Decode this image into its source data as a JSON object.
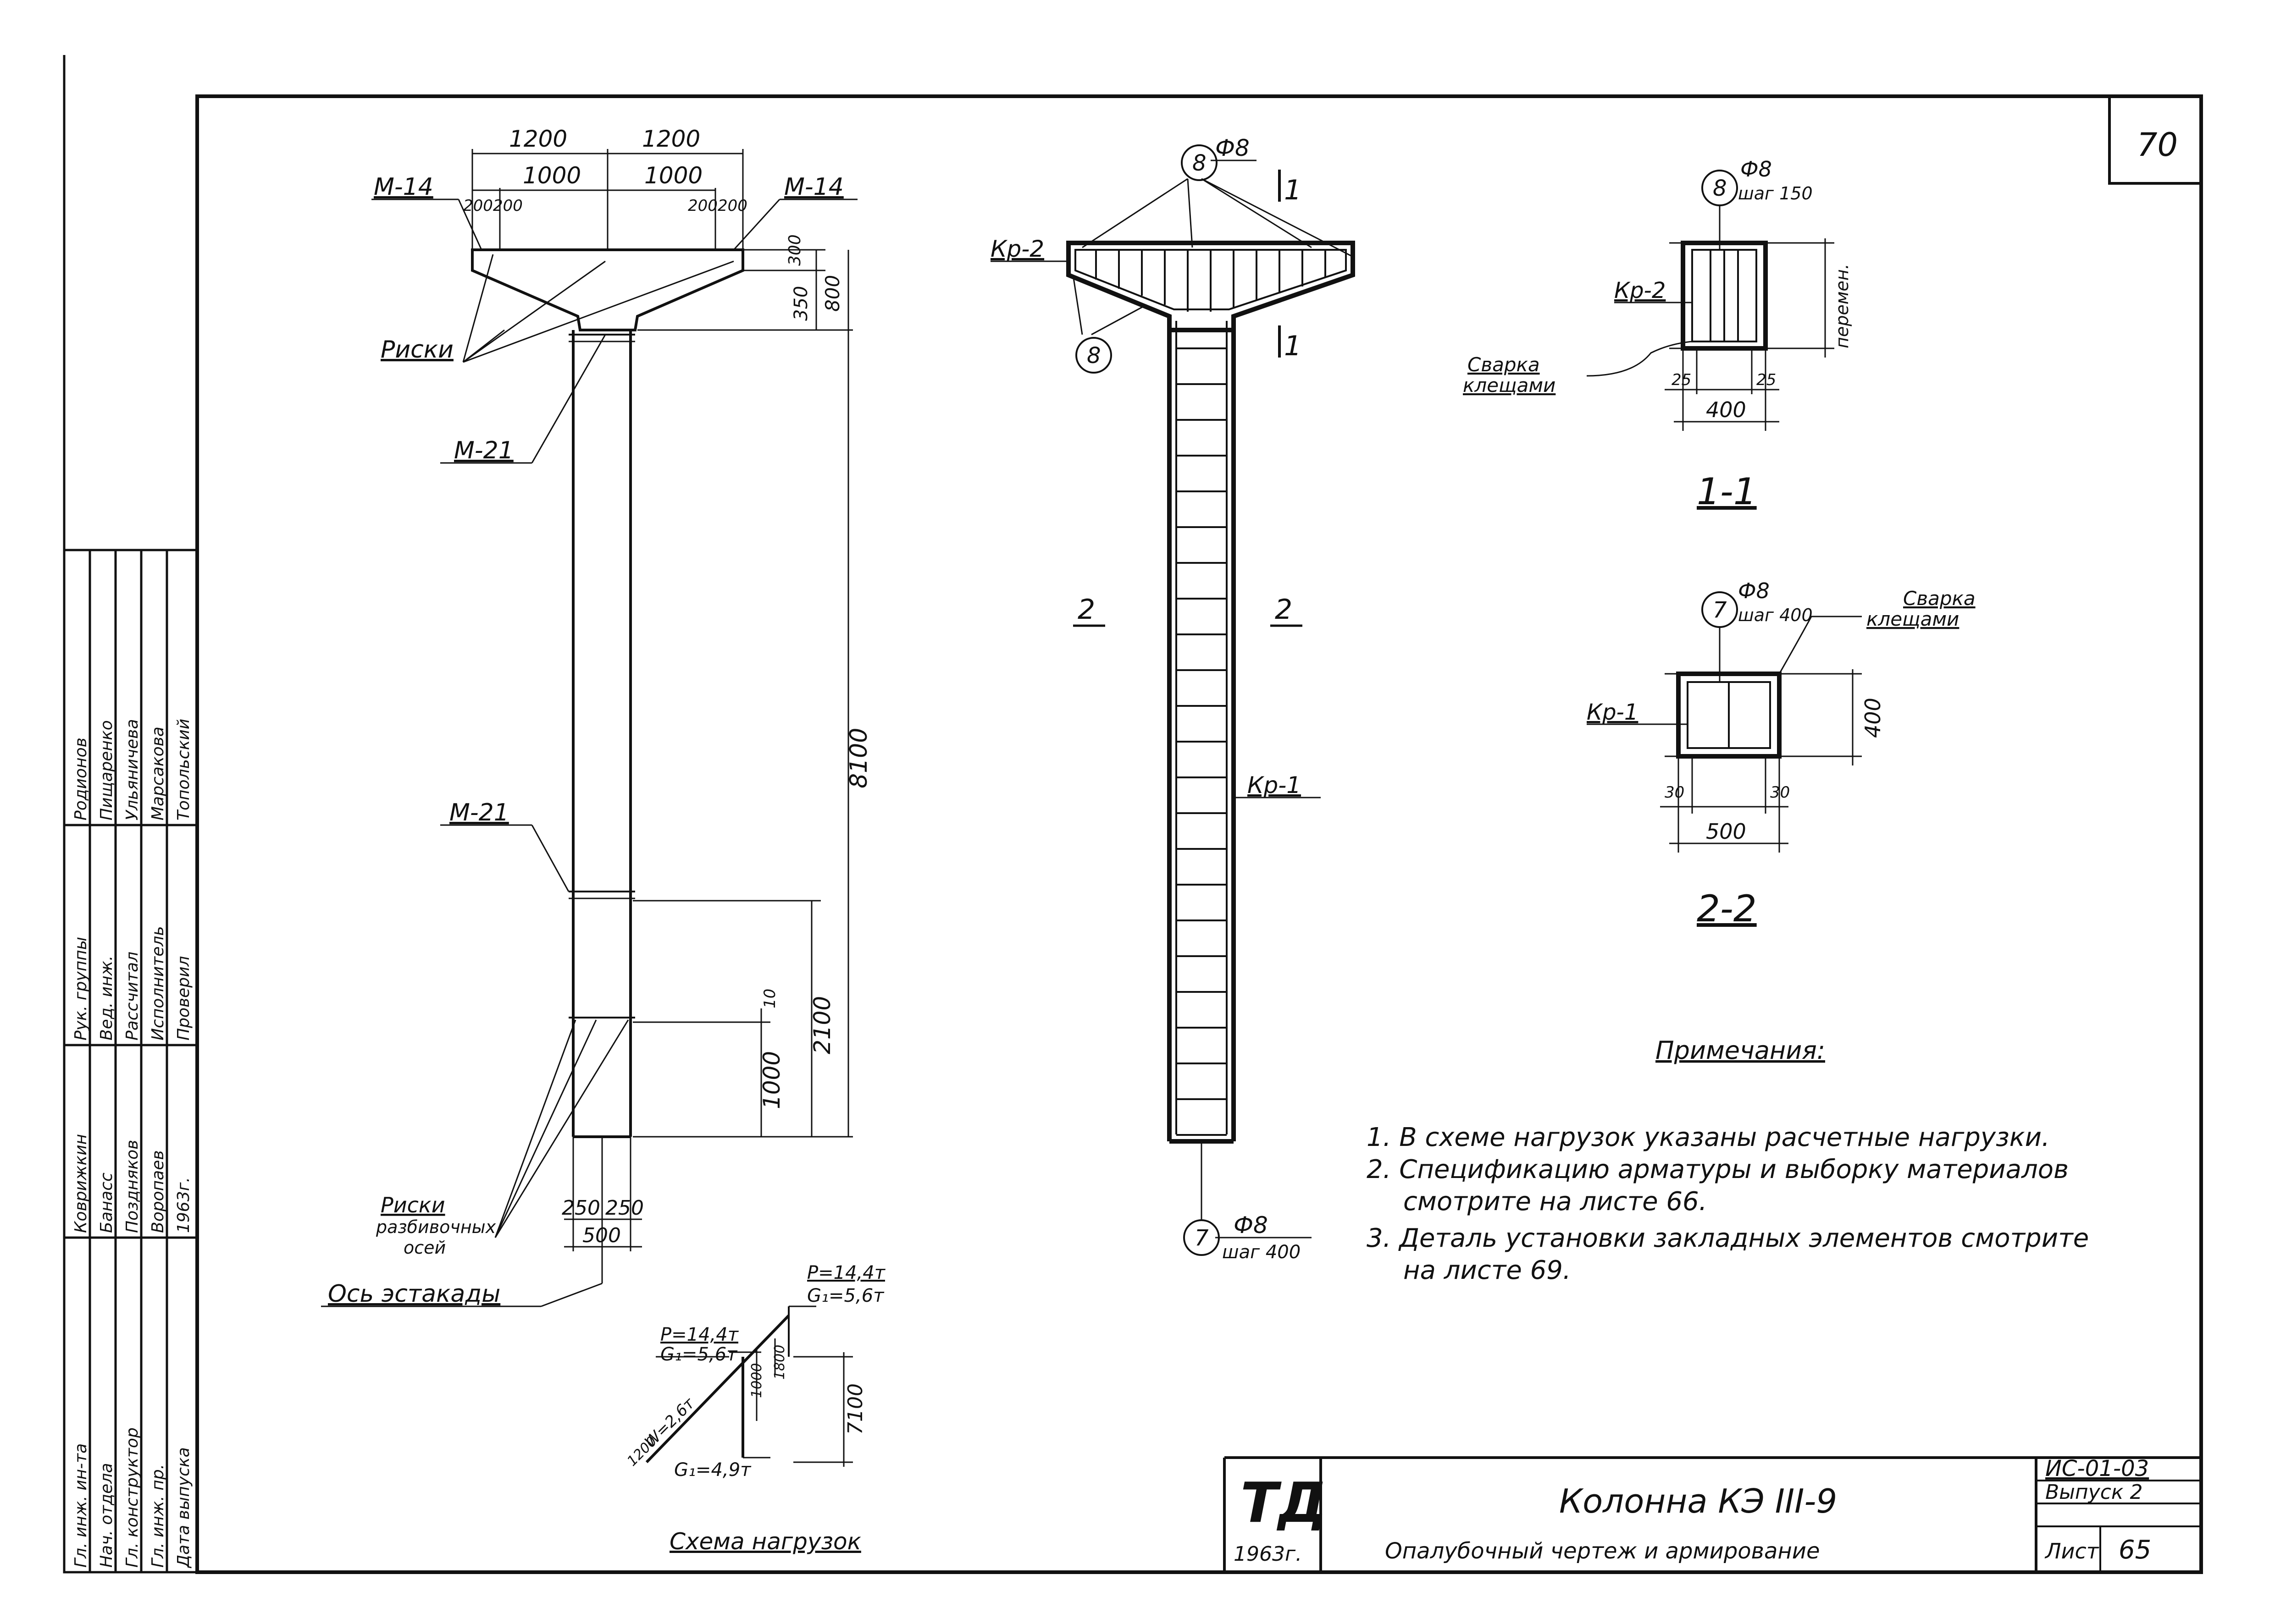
{
  "sheet_number": "70",
  "formwork": {
    "dim_top_left": "1200",
    "dim_top_right": "1200",
    "dim_inner_left": "1000",
    "dim_inner_right": "1000",
    "dim_small_left_a": "200",
    "dim_small_left_b": "200",
    "dim_small_right_a": "200",
    "dim_small_right_b": "200",
    "label_m14_left": "M-14",
    "label_m14_right": "M-14",
    "label_riski_top": "Риски",
    "label_m21_top": "M-21",
    "label_m21_mid": "M-21",
    "dim_right_300": "300",
    "dim_right_350": "350",
    "dim_right_800": "800",
    "dim_height_8100": "8100",
    "dim_2100": "2100",
    "dim_1000": "1000",
    "dim_10": "10",
    "label_riski_bottom_1": "Риски",
    "label_riski_bottom_2": "разбивочных",
    "label_riski_bottom_3": "осей",
    "dim_bottom_250_left": "250",
    "dim_bottom_250_right": "250",
    "dim_bottom_500": "500",
    "label_axis": "Ось эстакады"
  },
  "reinforcement": {
    "bubble_top": "8",
    "dia_top": "Ф8",
    "bubble_left": "8",
    "label_kr2": "Кр-2",
    "section_mark_1_top": "1",
    "section_mark_1_bottom": "1",
    "section_mark_2_left": "2",
    "section_mark_2_right": "2",
    "label_kr1": "Кр-1",
    "bubble_bottom": "7",
    "dia_bottom": "Ф8",
    "step_bottom": "шаг 400"
  },
  "section_1_1": {
    "bubble": "8",
    "dia": "Ф8",
    "step": "шаг 150",
    "label_kr2": "Кр-2",
    "label_variable": "перемен.",
    "weld_1": "Сварка",
    "weld_2": "клещами",
    "dim_25_left": "25",
    "dim_25_right": "25",
    "dim_400": "400",
    "title": "1-1"
  },
  "section_2_2": {
    "bubble": "7",
    "dia": "Ф8",
    "step": "шаг 400",
    "weld_1": "Сварка",
    "weld_2": "клещами",
    "label_kr1": "Кр-1",
    "dim_400": "400",
    "dim_30_left": "30",
    "dim_30_right": "30",
    "dim_500": "500",
    "title": "2-2"
  },
  "load_scheme": {
    "p_right": "P=14,4т",
    "g_right": "G₁=5,6т",
    "p_left": "P=14,4т",
    "g_left": "G₁=5,6т",
    "w_label": "W=2,6т",
    "dim_1200": "1200",
    "dim_1000": "1000",
    "dim_1800": "1800",
    "dim_7100": "7100",
    "g_bottom": "G₁=4,9т",
    "title": "Схема нагрузок"
  },
  "notes": {
    "title": "Примечания:",
    "lines": [
      "1. В схеме нагрузок указаны расчетные нагрузки.",
      "2. Спецификацию арматуры и выборку материалов",
      "смотрите на листе 66.",
      "3. Деталь установки закладных элементов смотрите",
      "на листе 69."
    ]
  },
  "title_block": {
    "logo": "ТД",
    "year": "1963г.",
    "title": "Колонна КЭ III-9",
    "subtitle": "Опалубочный чертеж и армирование",
    "code": "ИС-01-03",
    "issue": "Выпуск 2",
    "sheet_label": "Лист",
    "sheet_value": "65"
  },
  "side_stamp": {
    "rows": [
      [
        "Гл. инж. ин-та",
        "Коврижкин",
        "Рук. группы",
        "Родионов"
      ],
      [
        "Нач. отдела",
        "Банасс",
        "Вед. инж.",
        "Пищаренко"
      ],
      [
        "Гл. конструктор",
        "Поздняков",
        "Рассчитал",
        "Ульяничева"
      ],
      [
        "Гл. инж. пр.",
        "Воропаев",
        "Исполнитель",
        "Марсакова"
      ],
      [
        "Дата выпуска",
        "1963г.",
        "Проверил",
        "Топольский"
      ]
    ]
  }
}
